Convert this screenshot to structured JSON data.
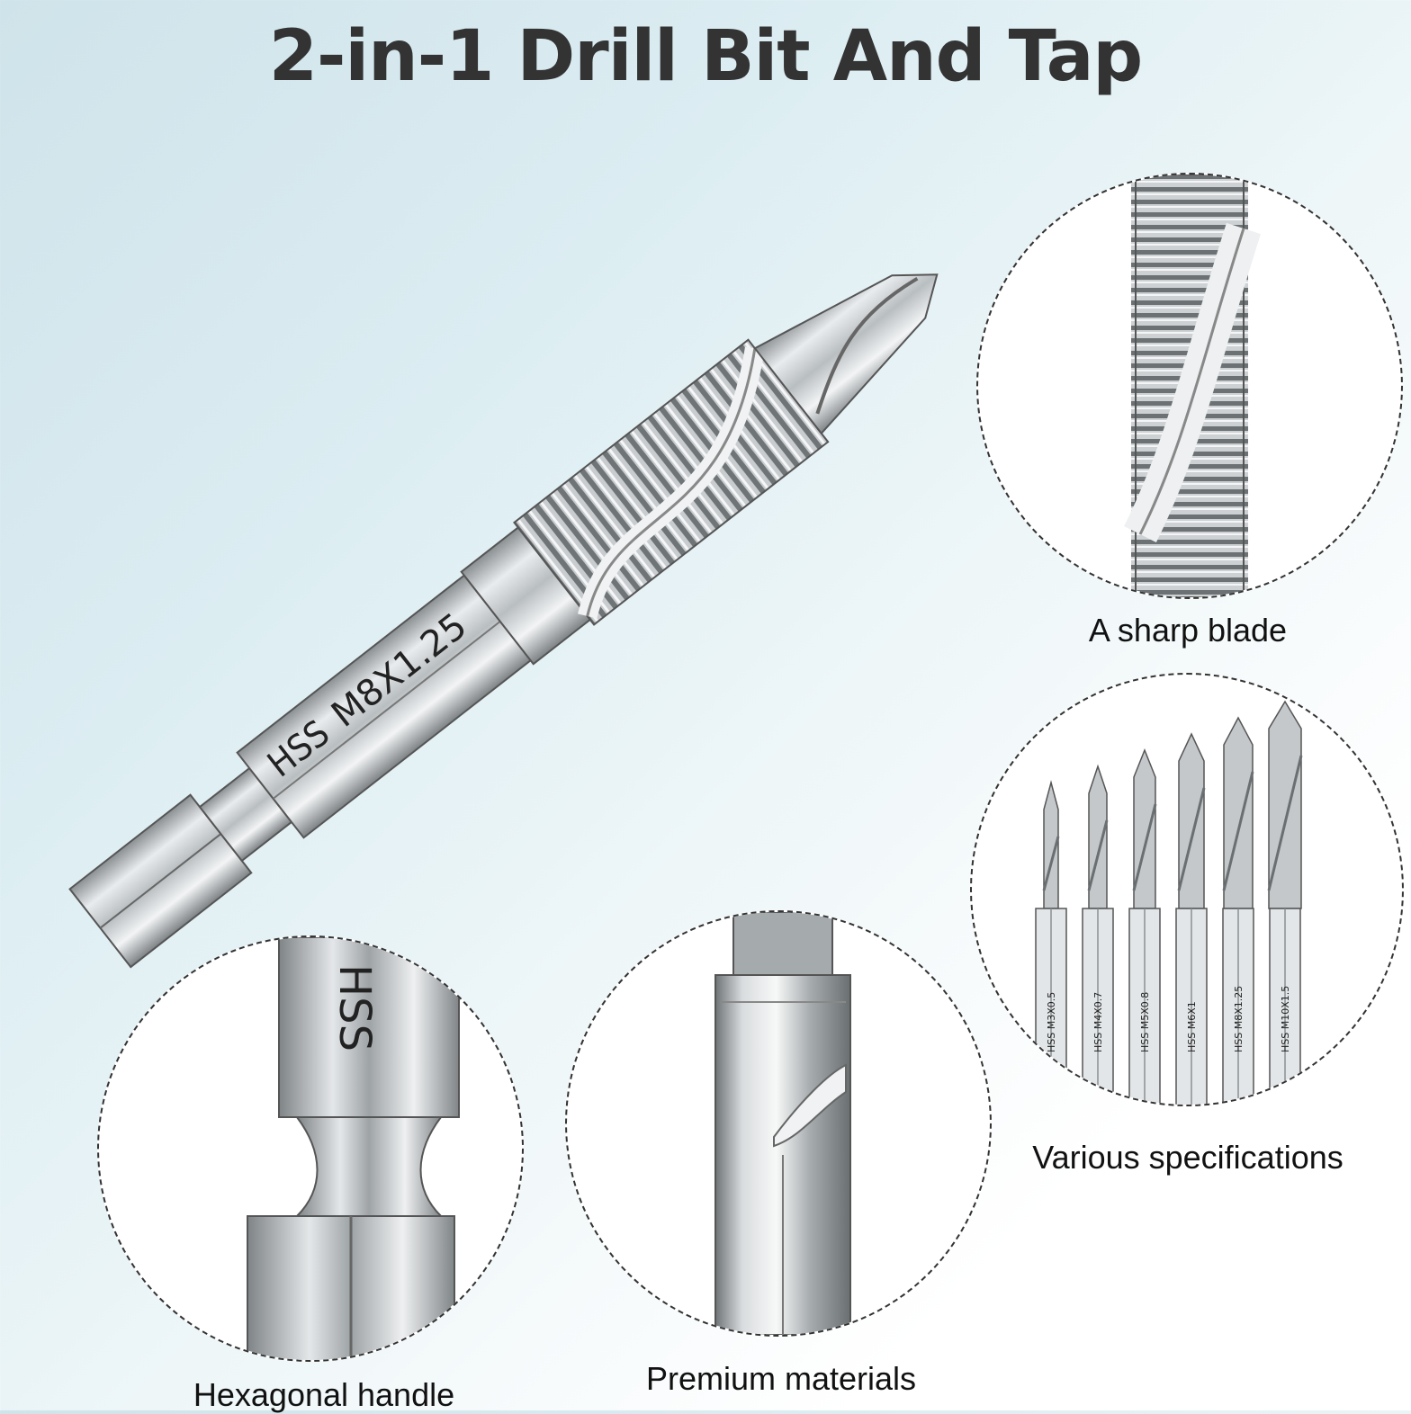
{
  "title": "2-in-1 Drill Bit And Tap",
  "main_bit_labels": {
    "material": "HSS",
    "size": "M8X1.25"
  },
  "features": [
    {
      "caption": "A sharp blade"
    },
    {
      "caption": "Various specifications"
    },
    {
      "caption": "Hexagonal handle"
    },
    {
      "caption": "Premium materials"
    }
  ],
  "handle_detail_label": "HSS",
  "specifications": [
    "M3X0.5",
    "M4X0.7",
    "M5X0.8",
    "M6X1",
    "M8X1.25",
    "M10X1.5"
  ],
  "spec_prefix": "HSS"
}
